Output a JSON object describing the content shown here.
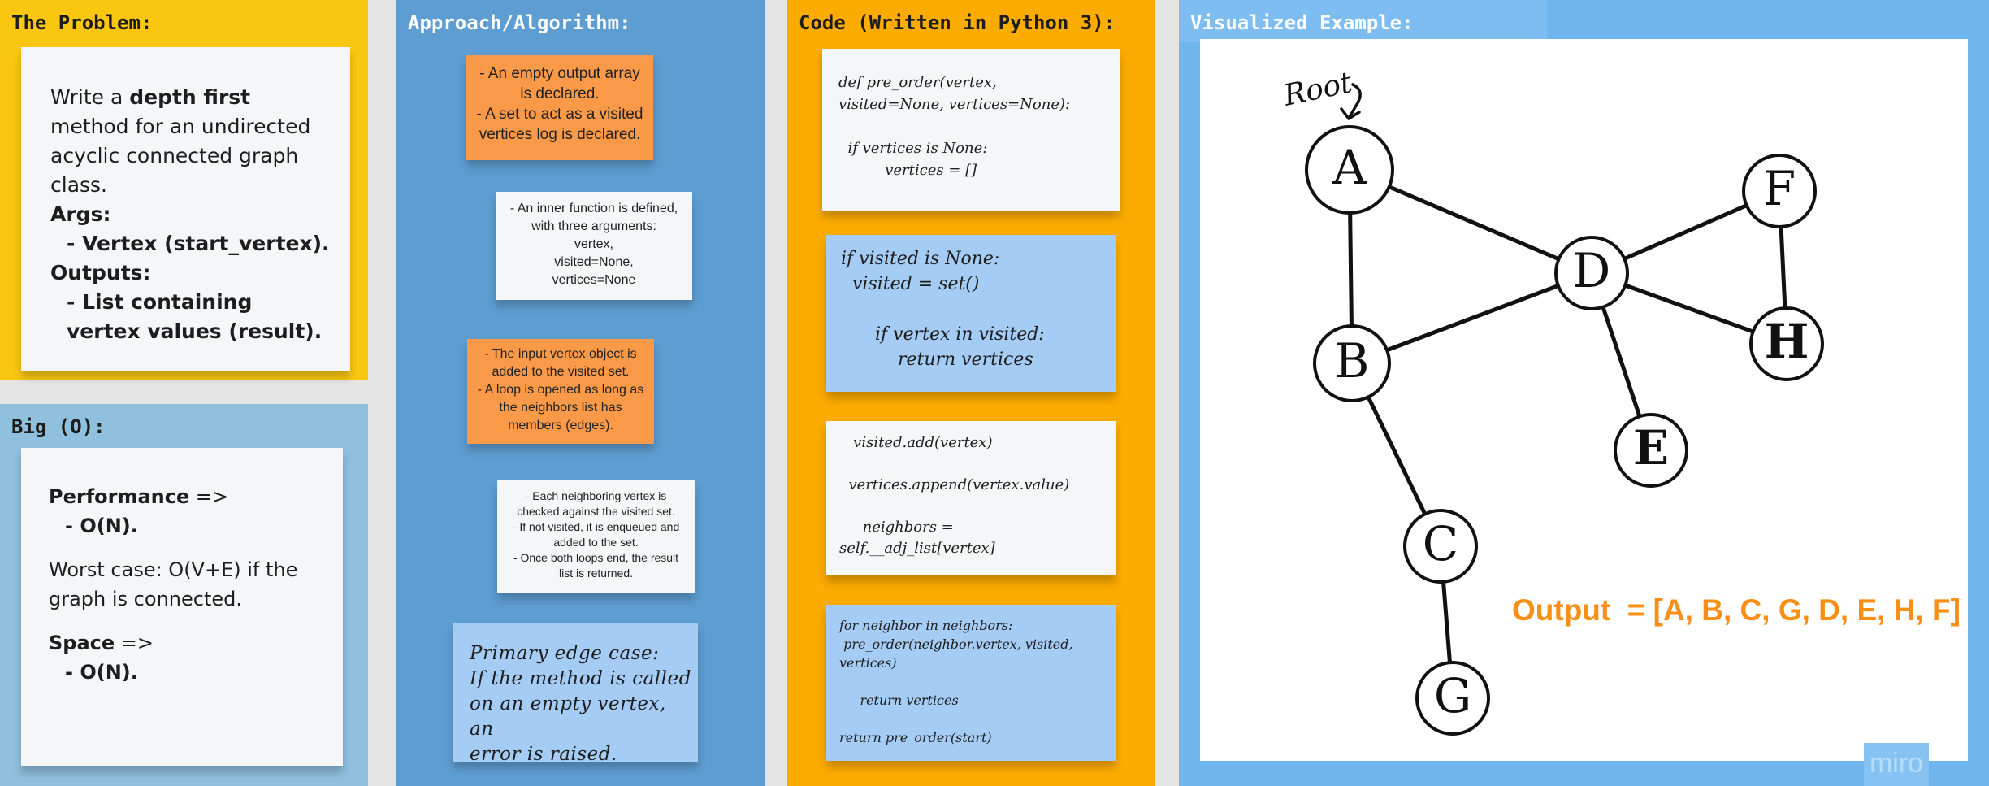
{
  "colors": {
    "problem_bg": "#fac710",
    "bigo_bg": "#8fc0de",
    "approach_bg": "#5e9dd1",
    "code_bg": "#fcab00",
    "visual_bg": "#6fb6ee",
    "sticky_orange": "#fa9a48",
    "sticky_blue": "#a4ccf4",
    "sticky_white": "#f5f6f8",
    "output_orange": "#f98f16"
  },
  "problem": {
    "title": "The Problem:",
    "intro_1": "Write a ",
    "intro_bold": "depth first",
    "intro_2": " method for an undirected acyclic connected graph class.",
    "args_label": "Args:",
    "args_value": "- Vertex (start_vertex).",
    "outputs_label": "Outputs:",
    "outputs_value": "- List containing vertex values (result)."
  },
  "bigo": {
    "title": "Big (O):",
    "performance_label": "Performance",
    "arrow": " =>",
    "performance_value": "- O(N).",
    "worst_case": "Worst case: O(V+E) if the graph is connected.",
    "space_label": "Space",
    "space_value": "- O(N)."
  },
  "approach": {
    "title": "Approach/Algorithm:",
    "step1": "- An empty output array\nis declared.\n- A set to act as a visited\nvertices log is declared.",
    "step2": "- An inner function is defined,\nwith three arguments:\nvertex,\nvisited=None,\nvertices=None",
    "step3": "- The input vertex object is\nadded to the visited set.\n- A loop is opened as long as\nthe neighbors list has\nmembers (edges).",
    "step4": "- Each neighboring vertex is\nchecked against the visited set.\n- If not visited, it is enqueued and\nadded to the set.\n- Once both loops end, the result\nlist is returned.",
    "edge_case": "Primary edge case:\nIf the method is called\non an empty vertex, an\nerror is raised."
  },
  "code": {
    "title": "Code (Written in Python 3):",
    "block1": "def pre_order(vertex,\nvisited=None, vertices=None):\n\n  if vertices is None:\n          vertices = []",
    "block2": "if visited is None:\n  visited = set()\n\n      if vertex in visited:\n          return vertices",
    "block3": "   visited.add(vertex)\n\n  vertices.append(vertex.value)\n\n     neighbors =\nself.__adj_list[vertex]",
    "block4": "for neighbor in neighbors:\n pre_order(neighbor.vertex, visited,\nvertices)\n\n     return vertices\n\nreturn pre_order(start)"
  },
  "visual": {
    "title": "Visualized Example:",
    "root_label": "Root",
    "nodes": [
      "A",
      "B",
      "C",
      "G",
      "D",
      "E",
      "H",
      "F"
    ],
    "output": "Output  = [A, B, C, G, D, E, H, F]",
    "watermark": "miro"
  }
}
